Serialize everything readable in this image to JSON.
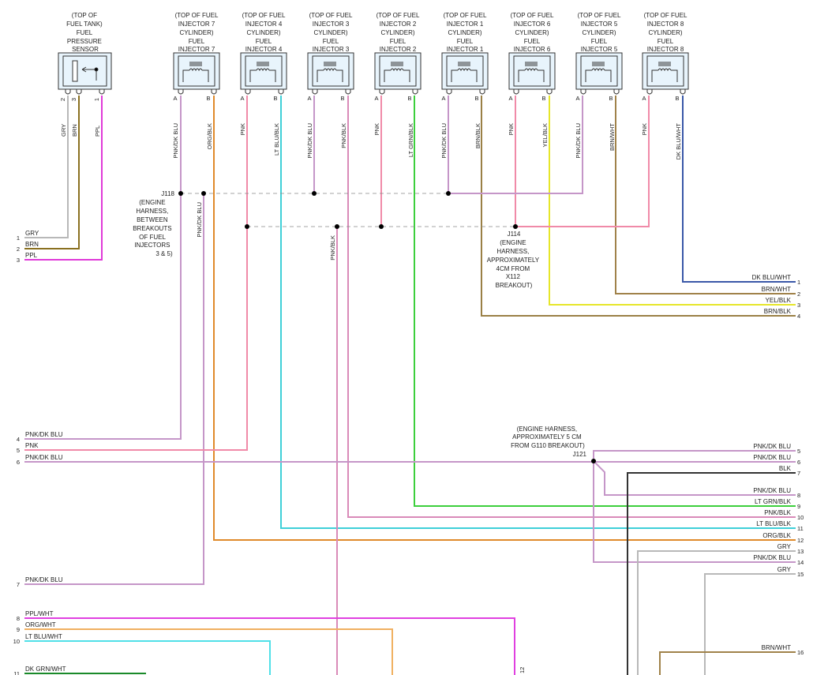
{
  "components": [
    {
      "id": "sensor",
      "lines": [
        "(TOP OF",
        "FUEL TANK)",
        "FUEL",
        "PRESSURE",
        "SENSOR"
      ],
      "pins": [
        "2",
        "3",
        "1"
      ],
      "wires": [
        "GRY",
        "BRN",
        "PPL"
      ]
    },
    {
      "id": "inj7",
      "lines": [
        "(TOP OF FUEL",
        "INJECTOR 7",
        "CYLINDER)",
        "FUEL",
        "INJECTOR 7"
      ],
      "pins": [
        "A",
        "B"
      ],
      "wires": [
        "PNK/DK BLU",
        "ORG/BLK"
      ]
    },
    {
      "id": "inj4",
      "lines": [
        "(TOP OF FUEL",
        "INJECTOR 4",
        "CYLINDER)",
        "FUEL",
        "INJECTOR 4"
      ],
      "pins": [
        "A",
        "B"
      ],
      "wires": [
        "PNK",
        "LT BLU/BLK"
      ]
    },
    {
      "id": "inj3",
      "lines": [
        "(TOP OF FUEL",
        "INJECTOR 3",
        "CYLINDER)",
        "FUEL",
        "INJECTOR 3"
      ],
      "pins": [
        "A",
        "B"
      ],
      "wires": [
        "PNK/DK BLU",
        "PNK/BLK"
      ]
    },
    {
      "id": "inj2",
      "lines": [
        "(TOP OF FUEL",
        "INJECTOR 2",
        "CYLINDER)",
        "FUEL",
        "INJECTOR 2"
      ],
      "pins": [
        "A",
        "B"
      ],
      "wires": [
        "PNK",
        "LT GRN/BLK"
      ]
    },
    {
      "id": "inj1",
      "lines": [
        "(TOP OF FUEL",
        "INJECTOR 1",
        "CYLINDER)",
        "FUEL",
        "INJECTOR 1"
      ],
      "pins": [
        "A",
        "B"
      ],
      "wires": [
        "PNK/DK BLU",
        "BRN/BLK"
      ]
    },
    {
      "id": "inj6",
      "lines": [
        "(TOP OF FUEL",
        "INJECTOR 6",
        "CYLINDER)",
        "FUEL",
        "INJECTOR 6"
      ],
      "pins": [
        "A",
        "B"
      ],
      "wires": [
        "PNK",
        "YEL/BLK"
      ]
    },
    {
      "id": "inj5",
      "lines": [
        "(TOP OF FUEL",
        "INJECTOR 5",
        "CYLINDER)",
        "FUEL",
        "INJECTOR 5"
      ],
      "pins": [
        "A",
        "B"
      ],
      "wires": [
        "PNK/DK BLU",
        "BRN/WHT"
      ]
    },
    {
      "id": "inj8",
      "lines": [
        "(TOP OF FUEL",
        "INJECTOR 8",
        "CYLINDER)",
        "FUEL",
        "INJECTOR 8"
      ],
      "pins": [
        "A",
        "B"
      ],
      "wires": [
        "PNK",
        "DK BLU/WHT"
      ]
    }
  ],
  "splices": {
    "j118": {
      "name": "J118",
      "lines": [
        "(ENGINE",
        "HARNESS,",
        "BETWEEN",
        "BREAKOUTS",
        "OF FUEL",
        "INJECTORS",
        "3 & 5)"
      ]
    },
    "j114": {
      "name": "J114",
      "lines": [
        "(ENGINE",
        "HARNESS,",
        "APPROXIMATELY",
        "4CM FROM",
        "X112",
        "BREAKOUT)"
      ]
    },
    "j121": {
      "name": "J121",
      "lines": [
        "(ENGINE HARNESS,",
        "APPROXIMATELY 5 CM",
        "FROM G110 BREAKOUT)"
      ]
    }
  },
  "mid_labels": {
    "j118_out": "PNK/DK BLU",
    "j114_out": "PNK/BLK"
  },
  "left_connector": [
    {
      "pin": "1",
      "wire": "GRY"
    },
    {
      "pin": "2",
      "wire": "BRN"
    },
    {
      "pin": "3",
      "wire": "PPL"
    },
    {
      "pin": "4",
      "wire": "PNK/DK BLU"
    },
    {
      "pin": "5",
      "wire": "PNK"
    },
    {
      "pin": "6",
      "wire": "PNK/DK BLU"
    },
    {
      "pin": "7",
      "wire": "PNK/DK BLU"
    },
    {
      "pin": "8",
      "wire": "PPL/WHT"
    },
    {
      "pin": "9",
      "wire": "ORG/WHT"
    },
    {
      "pin": "10",
      "wire": "LT BLU/WHT"
    },
    {
      "pin": "11",
      "wire": "DK GRN/WHT"
    }
  ],
  "right_connector": [
    {
      "pin": "1",
      "wire": "DK BLU/WHT"
    },
    {
      "pin": "2",
      "wire": "BRN/WHT"
    },
    {
      "pin": "3",
      "wire": "YEL/BLK"
    },
    {
      "pin": "4",
      "wire": "BRN/BLK"
    },
    {
      "pin": "5",
      "wire": "PNK/DK BLU"
    },
    {
      "pin": "6",
      "wire": "PNK/DK BLU"
    },
    {
      "pin": "7",
      "wire": "BLK"
    },
    {
      "pin": "8",
      "wire": "PNK/DK BLU"
    },
    {
      "pin": "9",
      "wire": "LT GRN/BLK"
    },
    {
      "pin": "10",
      "wire": "PNK/BLK"
    },
    {
      "pin": "11",
      "wire": "LT BLU/BLK"
    },
    {
      "pin": "12",
      "wire": "ORG/BLK"
    },
    {
      "pin": "13",
      "wire": "GRY"
    },
    {
      "pin": "14",
      "wire": "PNK/DK BLU"
    },
    {
      "pin": "15",
      "wire": "GRY"
    },
    {
      "pin": "16",
      "wire": "BRN/WHT"
    }
  ],
  "bottom_pin": "12",
  "colors": {
    "GRY": "#b8b8b8",
    "BRN": "#8a7020",
    "PPL": "#e03ad8",
    "PNK_DK_BLU": "#c596c8",
    "ORG_BLK": "#e08a2a",
    "PNK": "#f08aa8",
    "LT_BLU_BLK": "#3fd0d8",
    "PNK_BLK": "#d98ab8",
    "LT_GRN_BLK": "#3ccf3c",
    "BRN_BLK": "#9a8045",
    "YEL_BLK": "#e6e62a",
    "BRN_WHT": "#a0824a",
    "DK_BLU_WHT": "#3a58a8",
    "BLK": "#333333",
    "PPL_WHT": "#e040e0",
    "ORG_WHT": "#f0b060",
    "LT_BLU_WHT": "#50e0e8",
    "DK_GRN_WHT": "#1a8a2a",
    "component_fill": "#e8f4fc"
  }
}
